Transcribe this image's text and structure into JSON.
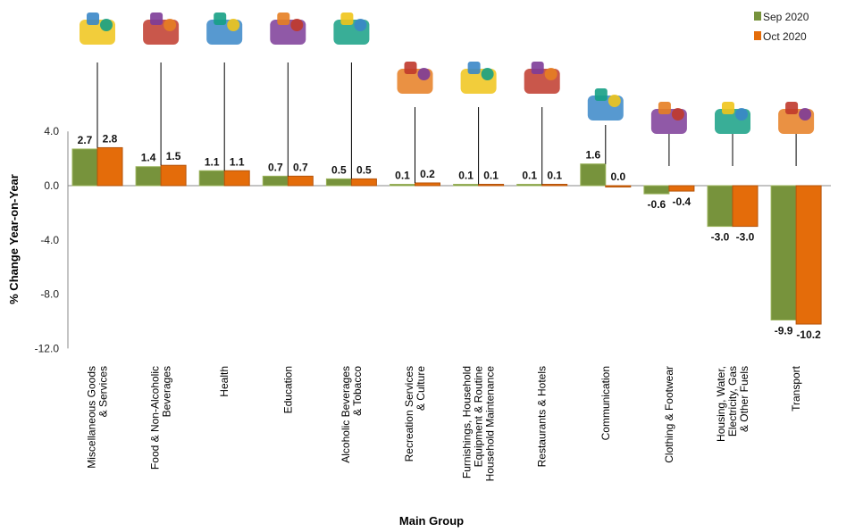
{
  "chart_data": {
    "type": "bar",
    "title": "",
    "xlabel": "Main Group",
    "ylabel": "% Change Year-on-Year",
    "ylim": [
      -12.0,
      4.0
    ],
    "yticks": [
      "4.0",
      "0.0",
      "-4.0",
      "-8.0",
      "-12.0"
    ],
    "ytick_values": [
      4,
      0,
      -4,
      -8,
      -12
    ],
    "legend_position": "top-right",
    "categories": [
      [
        "Miscellaneous Goods",
        "& Services"
      ],
      [
        "Food & Non-Alcoholic",
        "Beverages"
      ],
      [
        "Health"
      ],
      [
        "Education"
      ],
      [
        "Alcoholic Beverages",
        "& Tobacco"
      ],
      [
        "Recreation Services",
        "& Culture"
      ],
      [
        "Furnishings,  Household",
        "Equipment  & Routine",
        "Household Maintenance"
      ],
      [
        "Restaurants  & Hotels"
      ],
      [
        "Communication"
      ],
      [
        "Clothing  & Footwear"
      ],
      [
        "Housing,  Water,",
        "Electricity, Gas",
        "& Other Fuels"
      ],
      [
        "Transport"
      ]
    ],
    "series": [
      {
        "name": "Sep 2020",
        "color": "#77933c",
        "values": [
          2.7,
          1.4,
          1.1,
          0.7,
          0.5,
          0.1,
          0.1,
          0.1,
          1.6,
          -0.6,
          -3.0,
          -9.9
        ],
        "labels": [
          "2.7",
          "1.4",
          "1.1",
          "0.7",
          "0.5",
          "0.1",
          "0.1",
          "0.1",
          "1.6",
          "-0.6",
          "-3.0",
          "-9.9"
        ]
      },
      {
        "name": "Oct 2020",
        "color": "#e46c0a",
        "values": [
          2.8,
          1.5,
          1.1,
          0.7,
          0.5,
          0.2,
          0.1,
          0.1,
          0.0,
          -0.4,
          -3.0,
          -10.2
        ],
        "labels": [
          "2.8",
          "1.5",
          "1.1",
          "0.7",
          "0.5",
          "0.2",
          "0.1",
          "0.1",
          "0.0",
          "-0.4",
          "-3.0",
          "-10.2"
        ]
      }
    ],
    "icons": [
      "misc-goods-icon",
      "food-basket-icon",
      "hospital-icon",
      "graduation-books-icon",
      "bottles-icon",
      "recreation-icon",
      "furniture-icon",
      "restaurant-building-icon",
      "phone-icon",
      "clothing-icon",
      "housing-utilities-icon",
      "transport-icon"
    ]
  }
}
